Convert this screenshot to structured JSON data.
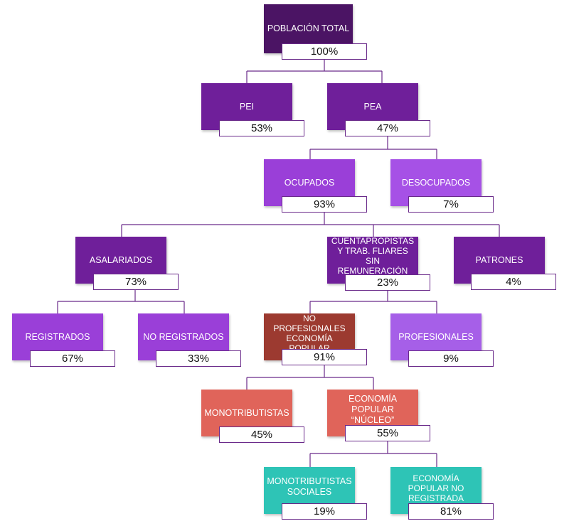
{
  "nodes": {
    "poblacion_total": {
      "label": "POBLACIÓN TOTAL",
      "value": "100%"
    },
    "pei": {
      "label": "PEI",
      "value": "53%"
    },
    "pea": {
      "label": "PEA",
      "value": "47%"
    },
    "ocupados": {
      "label": "OCUPADOS",
      "value": "93%"
    },
    "desocupados": {
      "label": "DESOCUPADOS",
      "value": "7%"
    },
    "asalariados": {
      "label": "ASALARIADOS",
      "value": "73%"
    },
    "cuentapropistas": {
      "label": "CUENTAPROPISTAS Y TRAB. FLIARES SIN REMUNERACIÓN",
      "value": "23%"
    },
    "patrones": {
      "label": "PATRONES",
      "value": "4%"
    },
    "registrados": {
      "label": "REGISTRADOS",
      "value": "67%"
    },
    "no_registrados": {
      "label": "NO REGISTRADOS",
      "value": "33%"
    },
    "no_profesionales": {
      "label": "NO PROFESIONALES ECONOMÍA POPULAR",
      "value": "91%"
    },
    "profesionales": {
      "label": "PROFESIONALES",
      "value": "9%"
    },
    "monotributistas": {
      "label": "MONOTRIBUTISTAS",
      "value": "45%"
    },
    "economia_nucleo": {
      "label": "ECONOMÍA POPULAR “NÚCLEO”",
      "value": "55%"
    },
    "monotributistas_sociales": {
      "label": "MONOTRIBUTISTAS SOCIALES",
      "value": "19%"
    },
    "economia_no_registrada": {
      "label": "ECONOMÍA POPULAR NO REGISTRADA",
      "value": "81%"
    }
  },
  "colors": {
    "level1": "#4b1464",
    "level2": "#6f1f9a",
    "level3": "#9a3fd8",
    "no_profesionales": "#9c3a30",
    "profesionales": "#a65fe8",
    "orange": "#e0645a",
    "teal": "#2ec4b6",
    "connector": "#6a2a8a"
  }
}
